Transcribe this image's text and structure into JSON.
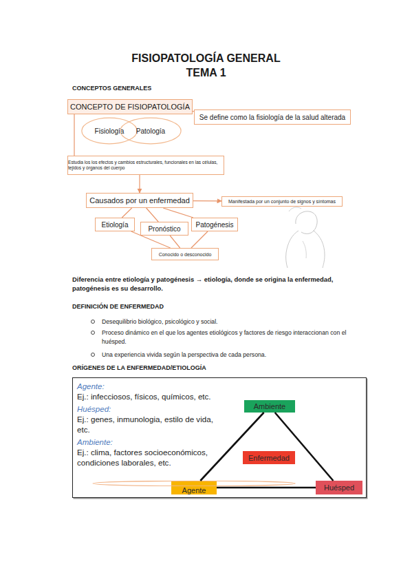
{
  "diagram": {
    "title": "FISIOPATOLOGÍA GENERAL",
    "nodes": [
      {
        "text": [
          "CONCEPTO DE FISIOPATOLOGÍA"
        ]
      },
      {
        "text": [
          "Se define como la fisiología de la salud alterada"
        ]
      },
      {
        "text": [
          "Fisiología"
        ]
      },
      {
        "text": [
          "Patología"
        ]
      },
      {
        "text": [
          "Estudia los los efectos y cambios estructurales, funcionales en las células, tejidos y órganos del cuerpo"
        ]
      },
      {
        "text": [
          "Causados por un enfermedad"
        ]
      },
      {
        "text": [
          "Manifestada por un conjunto de signos y síntomas"
        ]
      },
      {
        "text": [
          "Etiología"
        ]
      },
      {
        "text": [
          "Pronóstico"
        ]
      },
      {
        "text": [
          "Patogénesis"
        ]
      },
      {
        "text": [
          "Conocido o desconocido"
        ]
      },
      {
        "text": [
          "Agente:",
          "Ej.: infecciosos, físicos, químicos, etc.",
          "Huésped:",
          "Ej.: genes, inmunologia, estilo de vida, etc.",
          "Ambiente:",
          "Ej.: clima, factores socioeconómicos, condiciones laborales, etc."
        ]
      },
      {
        "text": [
          "Ambiente"
        ],
        "in": 11
      },
      {
        "text": [
          "Enfermedad"
        ],
        "in": 11
      },
      {
        "text": [
          "Agente"
        ],
        "in": 11
      },
      {
        "text": [
          "Huésped"
        ],
        "in": 11
      }
    ],
    "edges": [
      {
        "from": 0,
        "to": 1,
        "arrow": "none"
      },
      {
        "from": 0,
        "to": 4,
        "arrow": "none"
      },
      {
        "from": 4,
        "to": 5,
        "arrow": "to"
      },
      {
        "from": 5,
        "to": 6,
        "arrow": "to"
      },
      {
        "from": 5,
        "to": 7,
        "arrow": "none"
      },
      {
        "from": 5,
        "to": 8,
        "arrow": "none"
      },
      {
        "from": 5,
        "to": 9,
        "arrow": "none"
      },
      {
        "from": 7,
        "to": 10,
        "arrow": "none"
      },
      {
        "from": 8,
        "to": 10,
        "arrow": "none"
      },
      {
        "from": 9,
        "to": 10,
        "arrow": "none"
      },
      {
        "from": 12,
        "to": 14,
        "arrow": "none"
      },
      {
        "from": 14,
        "to": 15,
        "arrow": "none"
      },
      {
        "from": 15,
        "to": 12,
        "arrow": "none"
      }
    ],
    "labels": [
      "TEMA 1",
      "CONCEPTOS GENERALES",
      "Diferencia entre etiología y patogénesis → etiología, donde se origina la enfermedad, patogénesis es su desarrollo.",
      "DEFINICIÓN DE ENFERMEDAD",
      "Desequilibrio biológico, psicológico y social.",
      "Proceso dinámico en el que los agentes etiológicos y factores de riesgo interaccionan con el huésped.",
      "Una experiencia vivida según la perspectiva de cada persona.",
      "ORÍGENES DE LA ENFERMEDAD/ETIOLOGÍA"
    ]
  }
}
